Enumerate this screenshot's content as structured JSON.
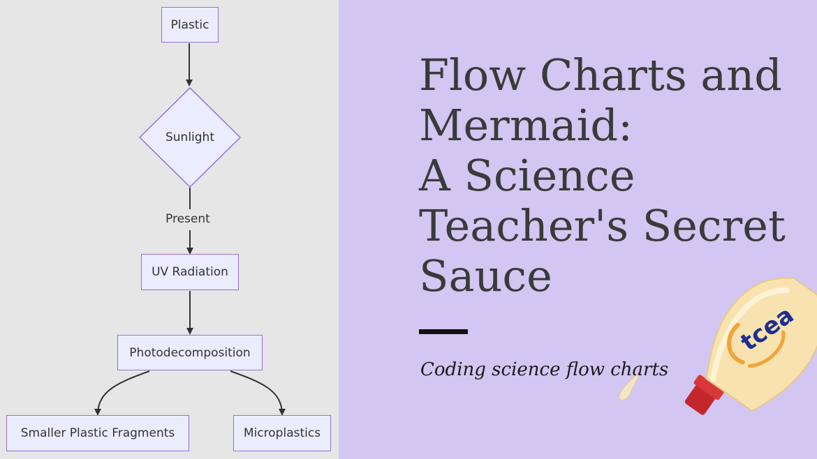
{
  "diagram": {
    "nodes": {
      "plastic": "Plastic",
      "sunlight": "Sunlight",
      "uv_radiation": "UV Radiation",
      "photodecomposition": "Photodecomposition",
      "smaller_fragments": "Smaller Plastic Fragments",
      "microplastics": "Microplastics"
    },
    "edge_labels": {
      "sunlight_to_uv": "Present"
    }
  },
  "banner": {
    "title_lines": [
      "Flow Charts and",
      "Mermaid:",
      "A Science",
      "Teacher's Secret",
      "Sauce"
    ],
    "subtitle": "Coding science flow charts",
    "logo_text": "tcea"
  },
  "colors": {
    "left_bg": "#e6e6e6",
    "right_bg": "#d3c6f2",
    "node_fill": "#ececff",
    "node_border": "#9370db",
    "edge": "#333333"
  }
}
